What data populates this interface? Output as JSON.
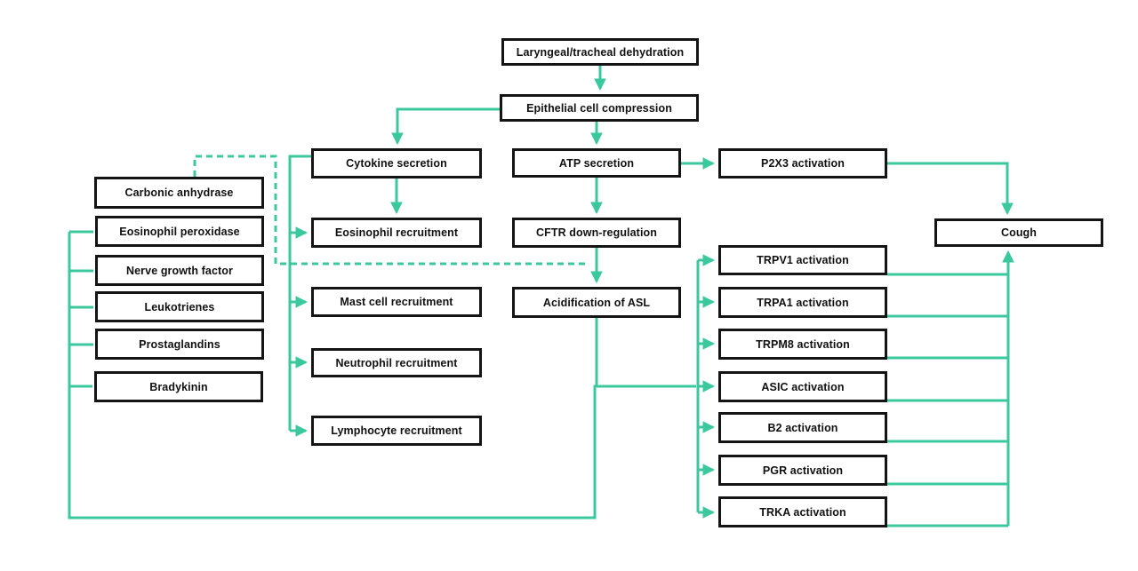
{
  "diagram": {
    "accent_color": "#3cc89e",
    "box_border_color": "#141414",
    "background_color": "#ffffff",
    "nodes": {
      "laryngeal": {
        "label": "Laryngeal/tracheal dehydration"
      },
      "epithelial": {
        "label": "Epithelial cell compression"
      },
      "cytokine": {
        "label": "Cytokine secretion"
      },
      "atp": {
        "label": "ATP secretion"
      },
      "p2x3": {
        "label": "P2X3 activation"
      },
      "carbonic": {
        "label": "Carbonic anhydrase"
      },
      "eos_peroxidase": {
        "label": "Eosinophil peroxidase"
      },
      "ngf": {
        "label": "Nerve growth factor"
      },
      "leukotrienes": {
        "label": "Leukotrienes"
      },
      "prostaglandins": {
        "label": "Prostaglandins"
      },
      "bradykinin": {
        "label": "Bradykinin"
      },
      "eos_recruitment": {
        "label": "Eosinophil recruitment"
      },
      "mast": {
        "label": "Mast cell recruitment"
      },
      "neutrophil": {
        "label": "Neutrophil recruitment"
      },
      "lymphocyte": {
        "label": "Lymphocyte recruitment"
      },
      "cftr": {
        "label": "CFTR down-regulation"
      },
      "acidification": {
        "label": "Acidification of ASL"
      },
      "cough": {
        "label": "Cough"
      },
      "trpv1": {
        "label": "TRPV1 activation"
      },
      "trpa1": {
        "label": "TRPA1 activation"
      },
      "trpm8": {
        "label": "TRPM8 activation"
      },
      "asic": {
        "label": "ASIC activation"
      },
      "b2": {
        "label": "B2 activation"
      },
      "pgr": {
        "label": "PGR activation"
      },
      "trka": {
        "label": "TRKA activation"
      }
    },
    "edges": [
      {
        "from": "laryngeal",
        "to": "epithelial",
        "style": "solid"
      },
      {
        "from": "epithelial",
        "to": "cytokine",
        "style": "solid"
      },
      {
        "from": "epithelial",
        "to": "atp",
        "style": "solid"
      },
      {
        "from": "atp",
        "to": "p2x3",
        "style": "solid"
      },
      {
        "from": "atp",
        "to": "cftr",
        "style": "solid"
      },
      {
        "from": "cftr",
        "to": "acidification",
        "style": "solid"
      },
      {
        "from": "carbonic",
        "to": "acidification",
        "style": "dashed"
      },
      {
        "from": "cytokine",
        "to": "eos_recruitment",
        "style": "solid"
      },
      {
        "from": "cytokine",
        "to": "mast",
        "style": "solid"
      },
      {
        "from": "cytokine",
        "to": "neutrophil",
        "style": "solid"
      },
      {
        "from": "cytokine",
        "to": "lymphocyte",
        "style": "solid"
      },
      {
        "from": "acidification",
        "to": "trpv1,trpa1,trpm8,asic,b2,pgr,trka",
        "style": "solid",
        "via": "shared-trunk"
      },
      {
        "from": "eos_peroxidase,ngf,leukotrienes,prostaglandins,bradykinin",
        "to": "trpv1,trpa1,trpm8,asic,b2,pgr,trka",
        "style": "solid",
        "via": "left-bus+shared-trunk"
      },
      {
        "from": "p2x3",
        "to": "cough",
        "style": "solid"
      },
      {
        "from": "trpv1,trpa1,trpm8,asic,b2,pgr,trka",
        "to": "cough",
        "style": "solid",
        "via": "right-trunk"
      }
    ]
  }
}
